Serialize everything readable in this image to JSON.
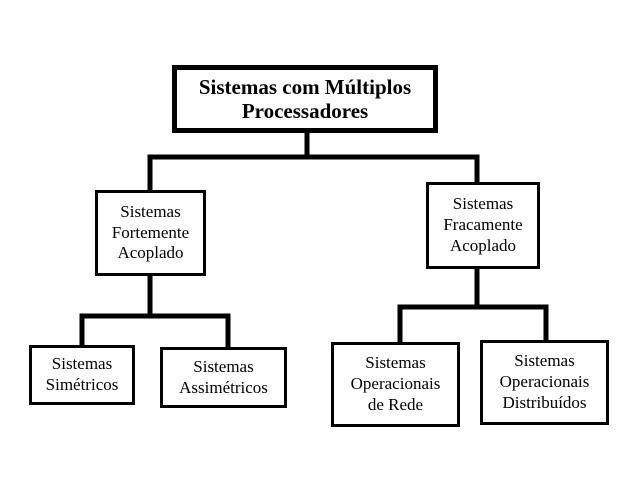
{
  "diagram": {
    "root": {
      "lines": [
        "Sistemas com Múltiplos",
        "Processadores"
      ]
    },
    "fortemente": {
      "lines": [
        "Sistemas",
        "Fortemente",
        "Acoplado"
      ]
    },
    "fracamente": {
      "lines": [
        "Sistemas",
        "Fracamente",
        "Acoplado"
      ]
    },
    "simetricos": {
      "lines": [
        "Sistemas",
        "Simétricos"
      ]
    },
    "assimetricos": {
      "lines": [
        "Sistemas",
        "Assimétricos"
      ]
    },
    "rede": {
      "lines": [
        "Sistemas",
        "Operacionais",
        "de Rede"
      ]
    },
    "distribuidos": {
      "lines": [
        "Sistemas",
        "Operacionais",
        "Distribuídos"
      ]
    }
  },
  "colors": {
    "stroke": "#000000",
    "background": "#ffffff"
  }
}
